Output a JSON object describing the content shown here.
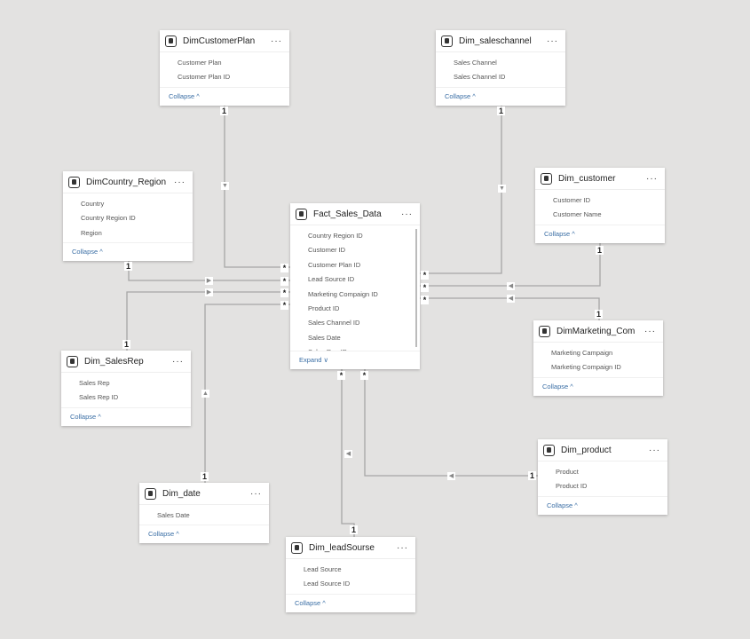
{
  "tables": [
    {
      "name": "DimCustomerPlan",
      "fields": [
        "Customer Plan",
        "Customer Plan ID"
      ],
      "toggle": "Collapse ^"
    },
    {
      "name": "Dim_saleschannel",
      "fields": [
        "Sales Channel",
        "Sales Channel ID"
      ],
      "toggle": "Collapse ^"
    },
    {
      "name": "DimCountry_Region",
      "fields": [
        "Country",
        "Country Region ID",
        "Region"
      ],
      "toggle": "Collapse ^"
    },
    {
      "name": "Fact_Sales_Data",
      "fields": [
        "Country Region ID",
        "Customer ID",
        "Customer Plan ID",
        "Lead Source ID",
        "Marketing Compaign ID",
        "Product ID",
        "Sales Channel ID",
        "Sales Date",
        "Sales Rep ID"
      ],
      "toggle": "Expand ∨"
    },
    {
      "name": "Dim_customer",
      "fields": [
        "Customer ID",
        "Customer Name"
      ],
      "toggle": "Collapse ^"
    },
    {
      "name": "Dim_SalesRep",
      "fields": [
        "Sales Rep",
        "Sales Rep ID"
      ],
      "toggle": "Collapse ^"
    },
    {
      "name": "DimMarketing_Com",
      "fields": [
        "Marketing Campaign",
        "Marketing Compaign ID"
      ],
      "toggle": "Collapse ^"
    },
    {
      "name": "Dim_product",
      "fields": [
        "Product",
        "Product ID"
      ],
      "toggle": "Collapse ^"
    },
    {
      "name": "Dim_date",
      "fields": [
        "Sales Date"
      ],
      "toggle": "Collapse ^"
    },
    {
      "name": "Dim_leadSourse",
      "fields": [
        "Lead Source",
        "Lead Source ID"
      ],
      "toggle": "Collapse ^"
    }
  ],
  "relationships": [
    {
      "from": "DimCustomerPlan",
      "to": "Fact_Sales_Data",
      "one": "1",
      "many": "*"
    },
    {
      "from": "Dim_saleschannel",
      "to": "Fact_Sales_Data",
      "one": "1",
      "many": "*"
    },
    {
      "from": "DimCountry_Region",
      "to": "Fact_Sales_Data",
      "one": "1",
      "many": "*"
    },
    {
      "from": "Dim_customer",
      "to": "Fact_Sales_Data",
      "one": "1",
      "many": "*"
    },
    {
      "from": "Dim_SalesRep",
      "to": "Fact_Sales_Data",
      "one": "1",
      "many": "*"
    },
    {
      "from": "DimMarketing_Com",
      "to": "Fact_Sales_Data",
      "one": "1",
      "many": "*"
    },
    {
      "from": "Dim_product",
      "to": "Fact_Sales_Data",
      "one": "1",
      "many": "*"
    },
    {
      "from": "Dim_date",
      "to": "Fact_Sales_Data",
      "one": "1",
      "many": "*"
    },
    {
      "from": "Dim_leadSourse",
      "to": "Fact_Sales_Data",
      "one": "1",
      "many": "*"
    }
  ],
  "colors": {
    "canvas": "#e3e2e1",
    "link": "#a6a6a6",
    "accent": "#3a6ea5"
  }
}
